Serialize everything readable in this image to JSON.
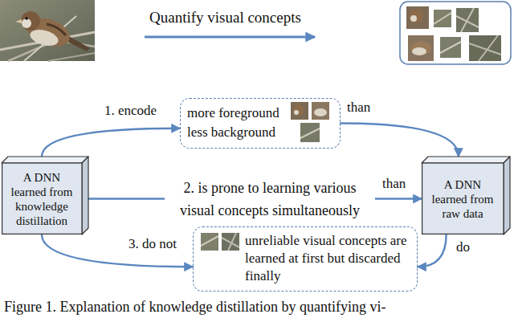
{
  "diagram": {
    "caption": "Figure 1. Explanation of knowledge distillation by quantifying vi-",
    "nodes": [
      {
        "text": [
          "A DNN learned from knowledge distillation"
        ]
      },
      {
        "text": [
          "more foreground less background"
        ]
      },
      {
        "text": [
          "A DNN learned from raw data"
        ]
      },
      {
        "text": [
          "unreliable visual concepts are learned at first but discarded finally"
        ]
      }
    ],
    "edges": [
      {
        "from": 0,
        "to": 1,
        "label": "1. encode",
        "arrow": "to"
      },
      {
        "from": 1,
        "to": 2,
        "label": "than",
        "arrow": "to"
      },
      {
        "from": 0,
        "to": 2,
        "label": "2. is prone to learning various visual concepts simultaneously",
        "arrow": "to"
      },
      {
        "from": 0,
        "to": 3,
        "label": "3. do not",
        "arrow": "to"
      },
      {
        "from": 2,
        "to": 3,
        "label": "do",
        "arrow": "to"
      }
    ],
    "labels": [
      "Quantify visual concepts",
      "than"
    ]
  }
}
